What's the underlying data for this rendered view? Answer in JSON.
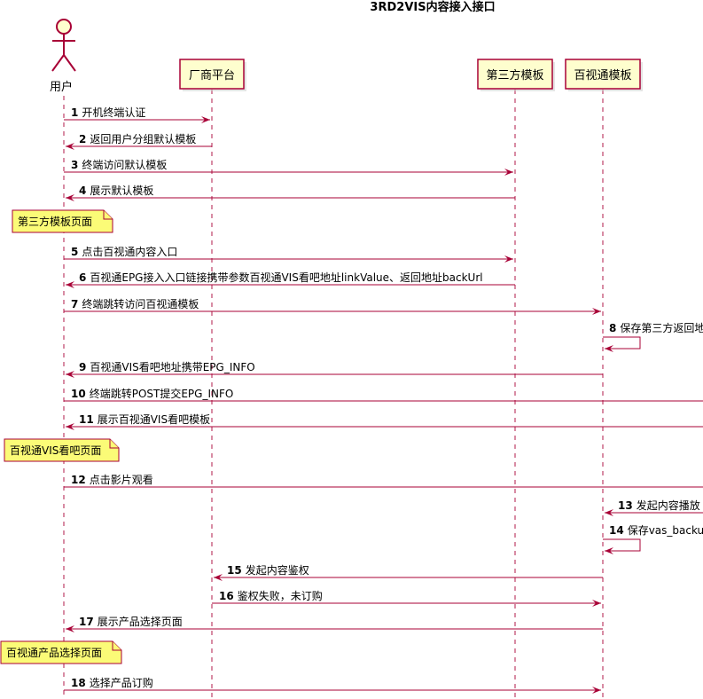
{
  "title": "3RD2VIS内容接入接口",
  "participants": [
    {
      "id": "user",
      "label": "用户",
      "type": "actor"
    },
    {
      "id": "vendor",
      "label": "厂商平台",
      "type": "box"
    },
    {
      "id": "third",
      "label": "第三方模板",
      "type": "box"
    },
    {
      "id": "bestv",
      "label": "百视通模板",
      "type": "box"
    },
    {
      "id": "offscreen",
      "label": "",
      "type": "hidden"
    }
  ],
  "events": [
    {
      "kind": "msg",
      "num": "1",
      "text": "开机终端认证",
      "from": "user",
      "to": "vendor"
    },
    {
      "kind": "msg",
      "num": "2",
      "text": "返回用户分组默认模板",
      "from": "vendor",
      "to": "user"
    },
    {
      "kind": "msg",
      "num": "3",
      "text": "终端访问默认模板",
      "from": "user",
      "to": "third"
    },
    {
      "kind": "msg",
      "num": "4",
      "text": "展示默认模板",
      "from": "third",
      "to": "user"
    },
    {
      "kind": "note",
      "text": "第三方模板页面"
    },
    {
      "kind": "msg",
      "num": "5",
      "text": "点击百视通内容入口",
      "from": "user",
      "to": "third"
    },
    {
      "kind": "msg",
      "num": "6",
      "text": "百视通EPG接入入口链接携带参数百视通VIS看吧地址linkValue、返回地址backUrl",
      "from": "third",
      "to": "user"
    },
    {
      "kind": "msg",
      "num": "7",
      "text": "终端跳转访问百视通模板",
      "from": "user",
      "to": "bestv"
    },
    {
      "kind": "self",
      "num": "8",
      "text": "保存第三方返回地址",
      "from": "bestv",
      "to": "bestv"
    },
    {
      "kind": "msg",
      "num": "9",
      "text": "百视通VIS看吧地址携带EPG_INFO",
      "from": "bestv",
      "to": "user"
    },
    {
      "kind": "msg",
      "num": "10",
      "text": "终端跳转POST提交EPG_INFO",
      "from": "user",
      "to": "offscreen"
    },
    {
      "kind": "msg",
      "num": "11",
      "text": "展示百视通VIS看吧模板",
      "from": "offscreen",
      "to": "user"
    },
    {
      "kind": "note",
      "text": "百视通VIS看吧页面"
    },
    {
      "kind": "msg",
      "num": "12",
      "text": "点击影片观看",
      "from": "user",
      "to": "offscreen"
    },
    {
      "kind": "msg",
      "num": "13",
      "text": "发起内容播放",
      "from": "offscreen",
      "to": "bestv"
    },
    {
      "kind": "self",
      "num": "14",
      "text": "保存vas_backurl",
      "from": "bestv",
      "to": "bestv"
    },
    {
      "kind": "msg",
      "num": "15",
      "text": "发起内容鉴权",
      "from": "bestv",
      "to": "vendor"
    },
    {
      "kind": "msg",
      "num": "16",
      "text": "鉴权失败，未订购",
      "from": "vendor",
      "to": "bestv"
    },
    {
      "kind": "msg",
      "num": "17",
      "text": "展示产品选择页面",
      "from": "bestv",
      "to": "user"
    },
    {
      "kind": "note",
      "text": "百视通产品选择页面"
    },
    {
      "kind": "msg",
      "num": "18",
      "text": "选择产品订购",
      "from": "user",
      "to": "bestv"
    }
  ]
}
